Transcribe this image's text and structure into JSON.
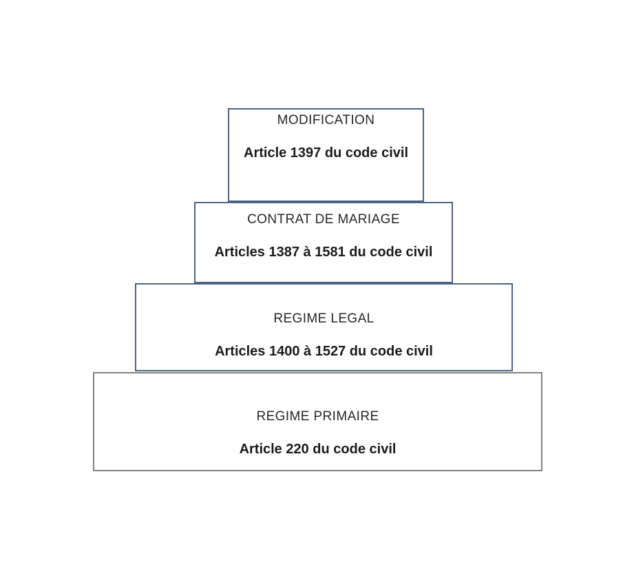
{
  "diagram": {
    "description": "Pyramide des régimes matrimoniaux du code civil",
    "colors": {
      "blue_border": "#4a6386",
      "gray_border": "#808080",
      "background": "#ffffff",
      "text": "#1a1a1a"
    },
    "levels": [
      {
        "id": "modification",
        "title": "MODIFICATION",
        "article": "Article 1397 du code civil",
        "border_color": "#4a6386"
      },
      {
        "id": "contrat-de-mariage",
        "title": "CONTRAT DE MARIAGE",
        "article": "Articles 1387 à 1581 du code civil",
        "border_color": "#4a6386"
      },
      {
        "id": "regime-legal",
        "title": "REGIME LEGAL",
        "article": "Articles 1400 à 1527 du code civil",
        "border_color": "#4a6386"
      },
      {
        "id": "regime-primaire",
        "title": "REGIME PRIMAIRE",
        "article": "Article 220 du code civil",
        "border_color": "#808080"
      }
    ]
  }
}
